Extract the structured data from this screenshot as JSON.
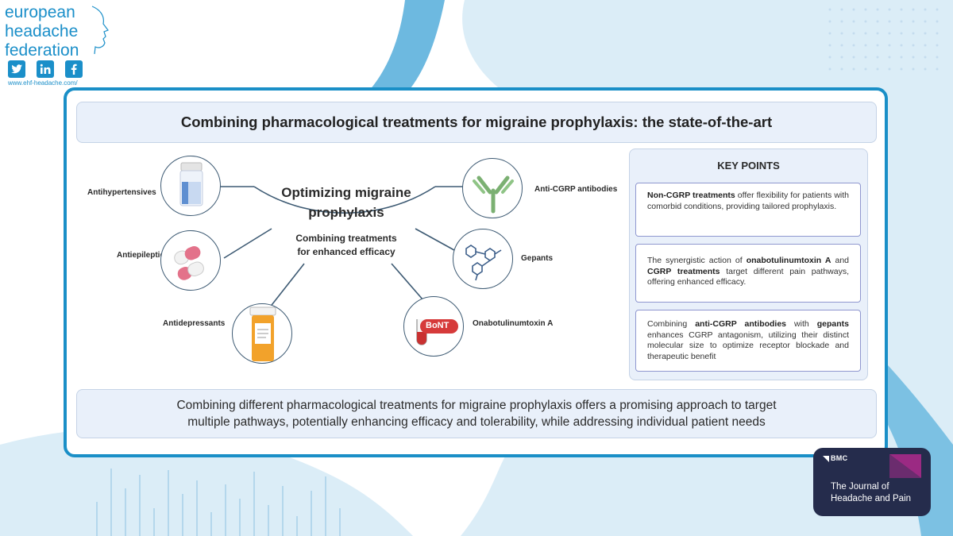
{
  "brand": {
    "name_lines": [
      "european",
      "headache",
      "federation"
    ],
    "url": "www.ehf-headache.com/",
    "social_icons": [
      "twitter-icon",
      "linkedin-icon",
      "facebook-icon"
    ],
    "color": "#1b8fc9"
  },
  "diagram": {
    "title": "Combining pharmacological treatments for migraine prophylaxis: the state-of-the-art",
    "center": {
      "title_lines": [
        "Optimizing migraine",
        "prophylaxis"
      ],
      "subtitle_lines": [
        "Combining treatments",
        "for enhanced efficacy"
      ]
    },
    "left_nodes": [
      {
        "label": "Antihypertensives",
        "icon": "pill-bottle-icon"
      },
      {
        "label": "Antiepileptics",
        "icon": "capsules-icon"
      },
      {
        "label": "Antidepressants",
        "icon": "prescription-bottle-icon"
      }
    ],
    "right_nodes": [
      {
        "label": "Anti-CGRP antibodies",
        "icon": "antibody-icon"
      },
      {
        "label": "Gepants",
        "icon": "molecule-icon"
      },
      {
        "label": "Onabotulinumtoxin A",
        "icon": "test-tube-icon"
      }
    ],
    "bont_label": "BoNT",
    "key_points": {
      "title": "KEY POINTS",
      "items": [
        {
          "bold1": "Non-CGRP treatments",
          "text1": " offer flexibility for patients with comorbid conditions, providing tailored prophylaxis.",
          "bold2": "",
          "text2": "",
          "bold3": "",
          "text3": ""
        },
        {
          "bold1": "",
          "text1": "The synergistic action of ",
          "bold2": "onabotulinumtoxin A",
          "text2": " and ",
          "bold3": "CGRP treatments",
          "text3": " target different pain pathways, offering enhanced efficacy."
        },
        {
          "bold1": "",
          "text1": "Combining ",
          "bold2": "anti-CGRP antibodies",
          "text2": " with ",
          "bold3": "gepants",
          "text3": " enhances CGRP antagonism, utilizing their distinct molecular size to optimize receptor blockade and therapeutic benefit"
        }
      ]
    },
    "conclusion_lines": [
      "Combining different pharmacological treatments for migraine prophylaxis offers a promising approach to target",
      "multiple pathways, potentially enhancing efficacy and tolerability, while addressing individual patient needs"
    ]
  },
  "journal": {
    "publisher": "BMC",
    "name_lines": [
      "The Journal of",
      "Headache and Pain"
    ]
  },
  "colors": {
    "accent": "#1a8fc7",
    "panel": "#e9f0fa",
    "journal_bg": "#252c4c",
    "journal_accent": "#9b2a83"
  }
}
